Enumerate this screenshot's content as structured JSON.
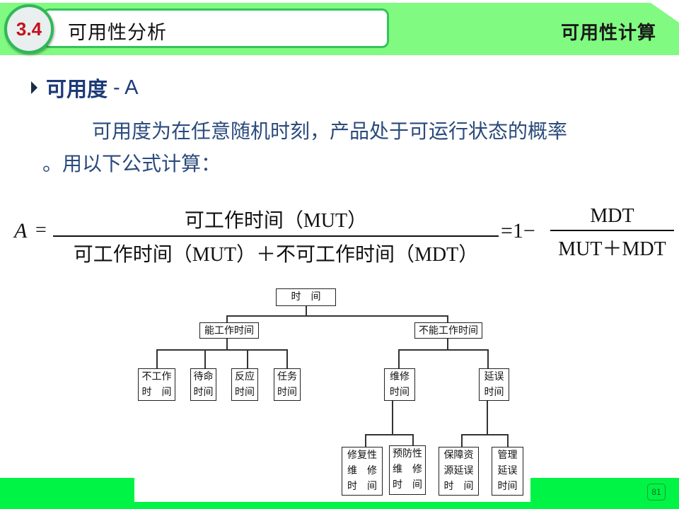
{
  "header": {
    "section_number": "3.4",
    "section_title": "可用性分析",
    "topic": "可用性计算"
  },
  "bullet": {
    "title": "可用度",
    "suffix": "- A"
  },
  "paragraph": {
    "line1": "可用度为在任意随机时刻，产品处于可运行状态的概率",
    "line2": "。用以下公式计算："
  },
  "formula": {
    "lhs": "A",
    "eq": "=",
    "frac1_num": "可工作时间（MUT）",
    "frac1_den": "可工作时间（MUT）＋不可工作时间（MDT）",
    "eq2": "=1−",
    "frac2_num": "MDT",
    "frac2_den": "MUT＋MDT"
  },
  "diagram": {
    "root": "时　间",
    "uptime": "能工作时间",
    "downtime": "不能工作时间",
    "uptime_children": [
      {
        "line1": "不工作",
        "line2": "时　间"
      },
      {
        "line1": "待命",
        "line2": "时间"
      },
      {
        "line1": "反应",
        "line2": "时间"
      },
      {
        "line1": "任务",
        "line2": "时间"
      }
    ],
    "downtime_children": [
      {
        "line1": "维修",
        "line2": "时间"
      },
      {
        "line1": "延误",
        "line2": "时间"
      }
    ],
    "repair_children": [
      {
        "line1": "修复性",
        "line2": "维　修",
        "line3": "时　间"
      },
      {
        "line1": "预防性",
        "line2": "维　修",
        "line3": "时　间"
      }
    ],
    "delay_children": [
      {
        "line1": "保障资",
        "line2": "源延误",
        "line3": "时　间"
      },
      {
        "line1": "管理",
        "line2": "延误",
        "line3": "时间"
      }
    ]
  },
  "footer": {
    "page_number": "81"
  },
  "colors": {
    "header_green": "#80fa80",
    "footer_green": "#00f445",
    "badge_text": "#c4121e",
    "body_text": "#2a4a7c"
  }
}
